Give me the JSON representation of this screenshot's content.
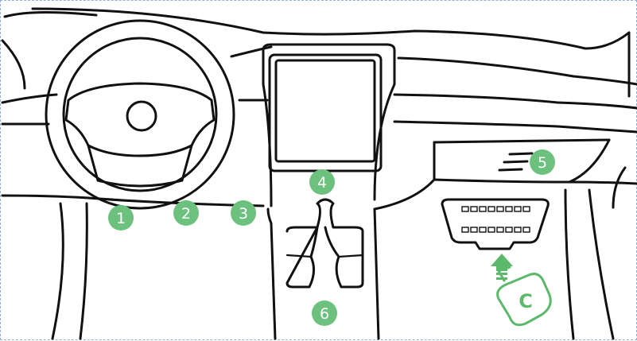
{
  "markers": [
    {
      "id": "1",
      "label": "1"
    },
    {
      "id": "2",
      "label": "2"
    },
    {
      "id": "3",
      "label": "3"
    },
    {
      "id": "4",
      "label": "4"
    },
    {
      "id": "5",
      "label": "5"
    },
    {
      "id": "6",
      "label": "6"
    }
  ],
  "connector": {
    "letter": "C"
  },
  "colors": {
    "marker": "#6cc17e",
    "line": "#111111",
    "accent": "#5cb96b"
  }
}
